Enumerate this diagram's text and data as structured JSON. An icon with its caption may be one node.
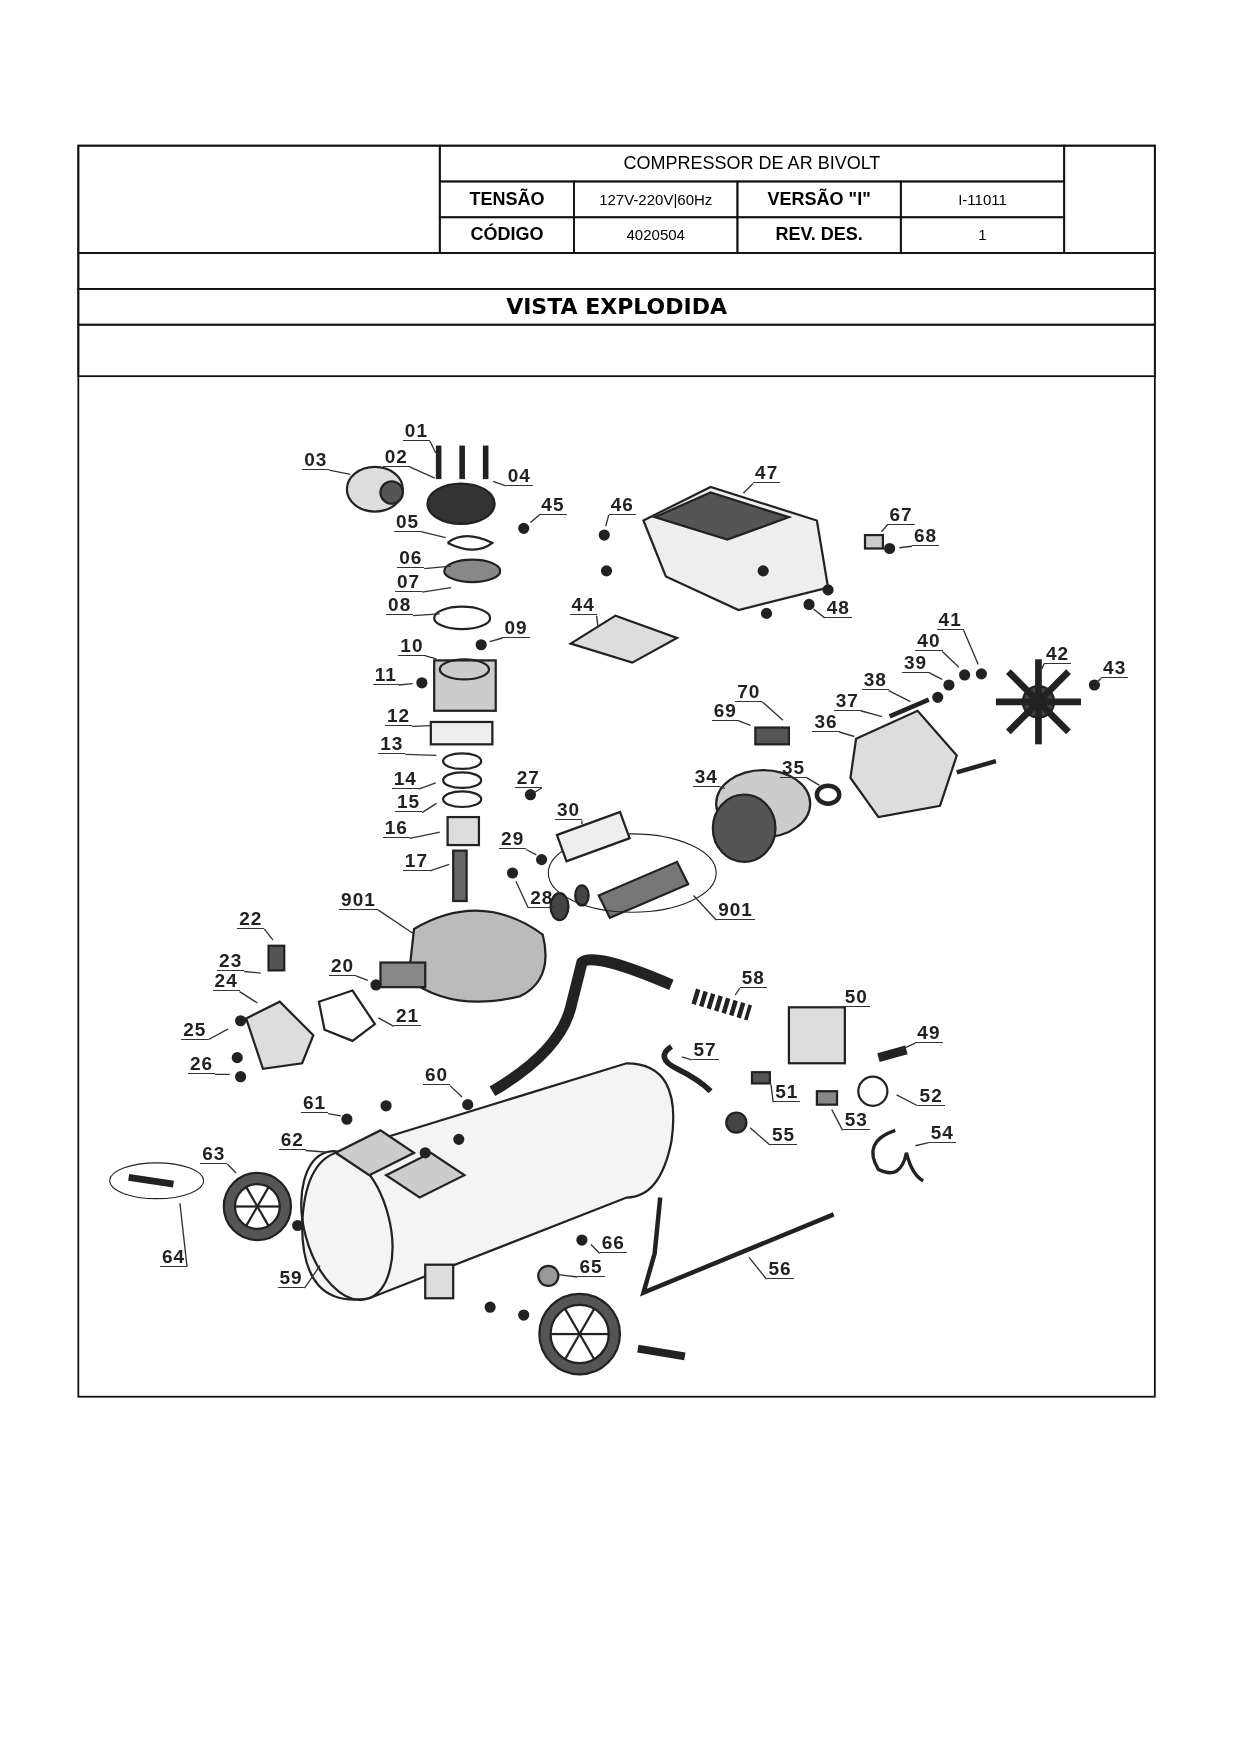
{
  "diagram": {
    "title": "VISTA EXPLODIDA",
    "nodes": [
      {
        "text": [
          "01"
        ]
      },
      {
        "text": [
          "02"
        ]
      },
      {
        "text": [
          "03"
        ]
      },
      {
        "text": [
          "04"
        ]
      },
      {
        "text": [
          "45"
        ]
      },
      {
        "text": [
          "46"
        ]
      },
      {
        "text": [
          "47"
        ]
      },
      {
        "text": [
          "67"
        ]
      },
      {
        "text": [
          "68"
        ]
      },
      {
        "text": [
          "05"
        ]
      },
      {
        "text": [
          "06"
        ]
      },
      {
        "text": [
          "07"
        ]
      },
      {
        "text": [
          "08"
        ]
      },
      {
        "text": [
          "09"
        ]
      },
      {
        "text": [
          "44"
        ]
      },
      {
        "text": [
          "48"
        ]
      },
      {
        "text": [
          "10"
        ]
      },
      {
        "text": [
          "11"
        ]
      },
      {
        "text": [
          "12"
        ]
      },
      {
        "text": [
          "41"
        ]
      },
      {
        "text": [
          "40"
        ]
      },
      {
        "text": [
          "39"
        ]
      },
      {
        "text": [
          "42"
        ]
      },
      {
        "text": [
          "43"
        ]
      },
      {
        "text": [
          "38"
        ]
      },
      {
        "text": [
          "37"
        ]
      },
      {
        "text": [
          "36"
        ]
      },
      {
        "text": [
          "70"
        ]
      },
      {
        "text": [
          "69"
        ]
      },
      {
        "text": [
          "13"
        ]
      },
      {
        "text": [
          "14"
        ]
      },
      {
        "text": [
          "15"
        ]
      },
      {
        "text": [
          "27"
        ]
      },
      {
        "text": [
          "34"
        ]
      },
      {
        "text": [
          "35"
        ]
      },
      {
        "text": [
          "30"
        ]
      },
      {
        "text": [
          "16"
        ]
      },
      {
        "text": [
          "29"
        ]
      },
      {
        "text": [
          "28"
        ]
      },
      {
        "text": [
          "17"
        ]
      },
      {
        "text": [
          "901"
        ]
      },
      {
        "text": [
          "901"
        ]
      },
      {
        "text": [
          "22"
        ]
      },
      {
        "text": [
          "23"
        ]
      },
      {
        "text": [
          "20"
        ]
      },
      {
        "text": [
          "24"
        ]
      },
      {
        "text": [
          "21"
        ]
      },
      {
        "text": [
          "25"
        ]
      },
      {
        "text": [
          "58"
        ]
      },
      {
        "text": [
          "50"
        ]
      },
      {
        "text": [
          "49"
        ]
      },
      {
        "text": [
          "57"
        ]
      },
      {
        "text": [
          "26"
        ]
      },
      {
        "text": [
          "60"
        ]
      },
      {
        "text": [
          "52"
        ]
      },
      {
        "text": [
          "51"
        ]
      },
      {
        "text": [
          "61"
        ]
      },
      {
        "text": [
          "53"
        ]
      },
      {
        "text": [
          "55"
        ]
      },
      {
        "text": [
          "54"
        ]
      },
      {
        "text": [
          "62"
        ]
      },
      {
        "text": [
          "63"
        ]
      },
      {
        "text": [
          "66"
        ]
      },
      {
        "text": [
          "64"
        ]
      },
      {
        "text": [
          "65"
        ]
      },
      {
        "text": [
          "56"
        ]
      },
      {
        "text": [
          "59"
        ]
      }
    ],
    "edges": [
      {
        "from": 0,
        "to": null,
        "arrow": "none"
      },
      {
        "from": 1,
        "to": null,
        "arrow": "none"
      },
      {
        "from": 2,
        "to": null,
        "arrow": "none"
      },
      {
        "from": 3,
        "to": null,
        "arrow": "none"
      },
      {
        "from": 4,
        "to": null,
        "arrow": "none"
      },
      {
        "from": 5,
        "to": null,
        "arrow": "none"
      },
      {
        "from": 6,
        "to": null,
        "arrow": "none"
      },
      {
        "from": 7,
        "to": null,
        "arrow": "none"
      },
      {
        "from": 8,
        "to": null,
        "arrow": "none"
      },
      {
        "from": 9,
        "to": null,
        "arrow": "none"
      },
      {
        "from": 10,
        "to": null,
        "arrow": "none"
      },
      {
        "from": 11,
        "to": null,
        "arrow": "none"
      },
      {
        "from": 12,
        "to": null,
        "arrow": "none"
      },
      {
        "from": 13,
        "to": null,
        "arrow": "none"
      },
      {
        "from": 14,
        "to": null,
        "arrow": "none"
      },
      {
        "from": 15,
        "to": null,
        "arrow": "none"
      },
      {
        "from": 16,
        "to": null,
        "arrow": "none"
      },
      {
        "from": 17,
        "to": null,
        "arrow": "none"
      },
      {
        "from": 18,
        "to": null,
        "arrow": "none"
      },
      {
        "from": 19,
        "to": null,
        "arrow": "none"
      },
      {
        "from": 20,
        "to": null,
        "arrow": "none"
      },
      {
        "from": 21,
        "to": null,
        "arrow": "none"
      },
      {
        "from": 22,
        "to": null,
        "arrow": "none"
      },
      {
        "from": 23,
        "to": null,
        "arrow": "none"
      },
      {
        "from": 24,
        "to": null,
        "arrow": "none"
      },
      {
        "from": 25,
        "to": null,
        "arrow": "none"
      },
      {
        "from": 26,
        "to": null,
        "arrow": "none"
      },
      {
        "from": 27,
        "to": null,
        "arrow": "none"
      },
      {
        "from": 28,
        "to": null,
        "arrow": "none"
      },
      {
        "from": 29,
        "to": null,
        "arrow": "none"
      },
      {
        "from": 30,
        "to": null,
        "arrow": "none"
      },
      {
        "from": 31,
        "to": null,
        "arrow": "none"
      },
      {
        "from": 32,
        "to": null,
        "arrow": "none"
      },
      {
        "from": 33,
        "to": null,
        "arrow": "none"
      },
      {
        "from": 34,
        "to": null,
        "arrow": "none"
      },
      {
        "from": 35,
        "to": null,
        "arrow": "none"
      },
      {
        "from": 36,
        "to": null,
        "arrow": "none"
      },
      {
        "from": 37,
        "to": null,
        "arrow": "none"
      },
      {
        "from": 38,
        "to": null,
        "arrow": "none"
      },
      {
        "from": 39,
        "to": null,
        "arrow": "none"
      },
      {
        "from": 40,
        "to": null,
        "arrow": "none"
      },
      {
        "from": 41,
        "to": null,
        "arrow": "none"
      },
      {
        "from": 42,
        "to": null,
        "arrow": "none"
      },
      {
        "from": 43,
        "to": null,
        "arrow": "none"
      },
      {
        "from": 44,
        "to": null,
        "arrow": "none"
      },
      {
        "from": 45,
        "to": null,
        "arrow": "none"
      },
      {
        "from": 46,
        "to": null,
        "arrow": "none"
      },
      {
        "from": 47,
        "to": null,
        "arrow": "none"
      },
      {
        "from": 48,
        "to": null,
        "arrow": "none"
      },
      {
        "from": 49,
        "to": null,
        "arrow": "none"
      },
      {
        "from": 50,
        "to": null,
        "arrow": "none"
      },
      {
        "from": 51,
        "to": null,
        "arrow": "none"
      },
      {
        "from": 52,
        "to": null,
        "arrow": "none"
      },
      {
        "from": 53,
        "to": null,
        "arrow": "none"
      },
      {
        "from": 54,
        "to": null,
        "arrow": "none"
      },
      {
        "from": 55,
        "to": null,
        "arrow": "none"
      },
      {
        "from": 56,
        "to": null,
        "arrow": "none"
      },
      {
        "from": 57,
        "to": null,
        "arrow": "none"
      },
      {
        "from": 58,
        "to": null,
        "arrow": "none"
      },
      {
        "from": 59,
        "to": null,
        "arrow": "none"
      },
      {
        "from": 60,
        "to": null,
        "arrow": "none"
      },
      {
        "from": 61,
        "to": null,
        "arrow": "none"
      },
      {
        "from": 62,
        "to": null,
        "arrow": "none"
      },
      {
        "from": 63,
        "to": null,
        "arrow": "none"
      },
      {
        "from": 64,
        "to": null,
        "arrow": "none"
      },
      {
        "from": 65,
        "to": null,
        "arrow": "none"
      },
      {
        "from": 66,
        "to": null,
        "arrow": "none"
      }
    ],
    "labels": [
      "COMPRESSOR DE AR BIVOLT",
      "TENSÃO",
      "127V-220V|60Hz",
      "VERSÃO \"I\"",
      "I-11011",
      "CÓDIGO",
      "4020504",
      "REV. DES.",
      "1"
    ]
  }
}
